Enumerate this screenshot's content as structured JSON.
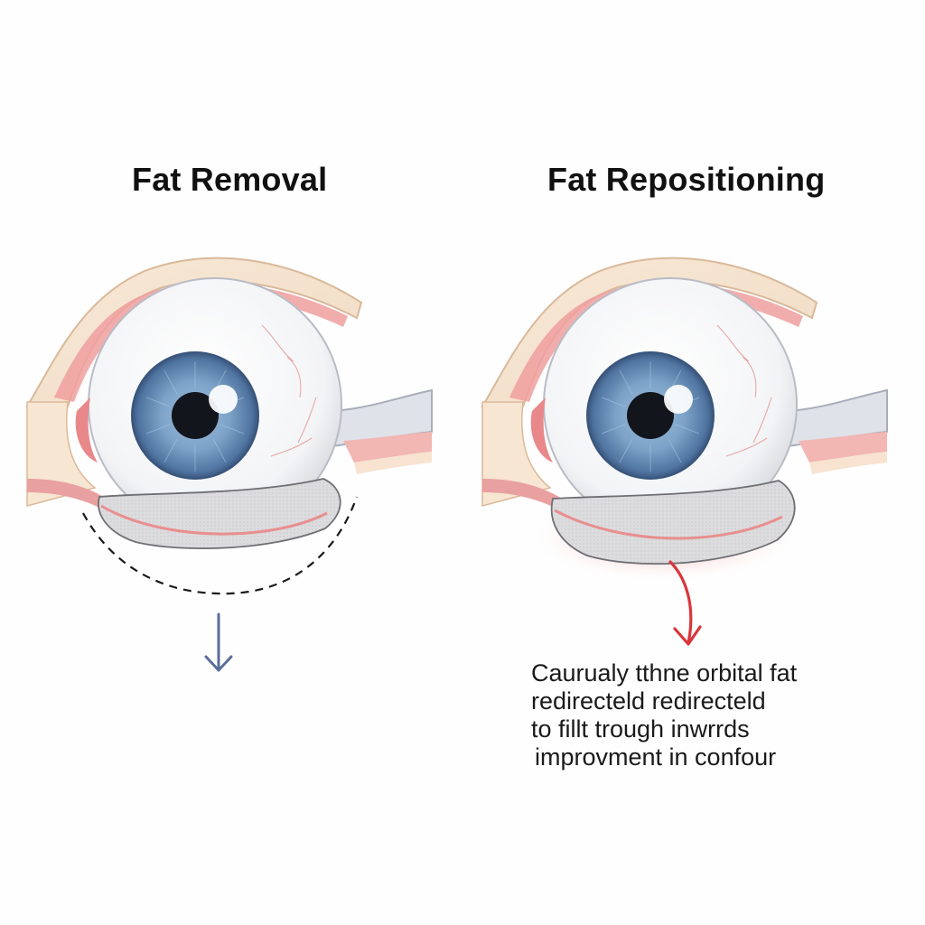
{
  "panels": {
    "left": {
      "title": "Fat Removal"
    },
    "right": {
      "title": "Fat Repositioning",
      "caption": [
        "Caurualy tthne orbital fat",
        "redirecteld redirecteld",
        "to fillt trough inwrrds",
        "improvment in confour"
      ]
    }
  },
  "colors": {
    "lid_cream": "#f6e6d3",
    "lid_pink": "#e99a98",
    "iris_blue": "#6b8fb8",
    "fat_pad_gray": "#d8d8da",
    "removal_arrow": "#5a6e9a",
    "reposition_arrow": "#d9363b",
    "glow_red": "#f4b7b7"
  },
  "icons": {
    "left_arrow": "arrow-down-icon",
    "right_arrow": "curved-arrow-down-icon"
  }
}
